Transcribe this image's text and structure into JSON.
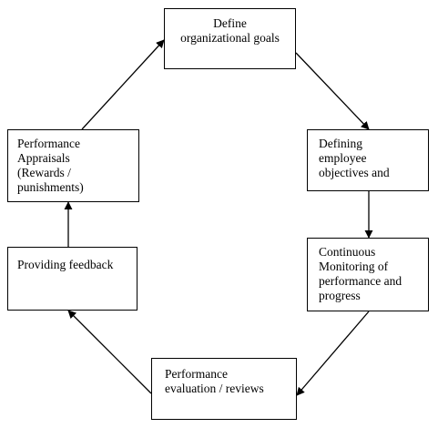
{
  "diagram": {
    "boxes": {
      "goals": [
        "Define",
        "organizational goals"
      ],
      "objectives": [
        "Defining",
        "employee",
        "objectives and"
      ],
      "monitoring": [
        "Continuous",
        "Monitoring of",
        "performance and",
        "progress"
      ],
      "evaluation": [
        "Performance",
        "evaluation / reviews"
      ],
      "feedback": [
        "Providing feedback"
      ],
      "appraisals": [
        "Performance",
        "Appraisals",
        "(Rewards /",
        "punishments)"
      ]
    },
    "colors": {
      "border": "#000000",
      "text": "#000000",
      "background": "#ffffff"
    }
  }
}
